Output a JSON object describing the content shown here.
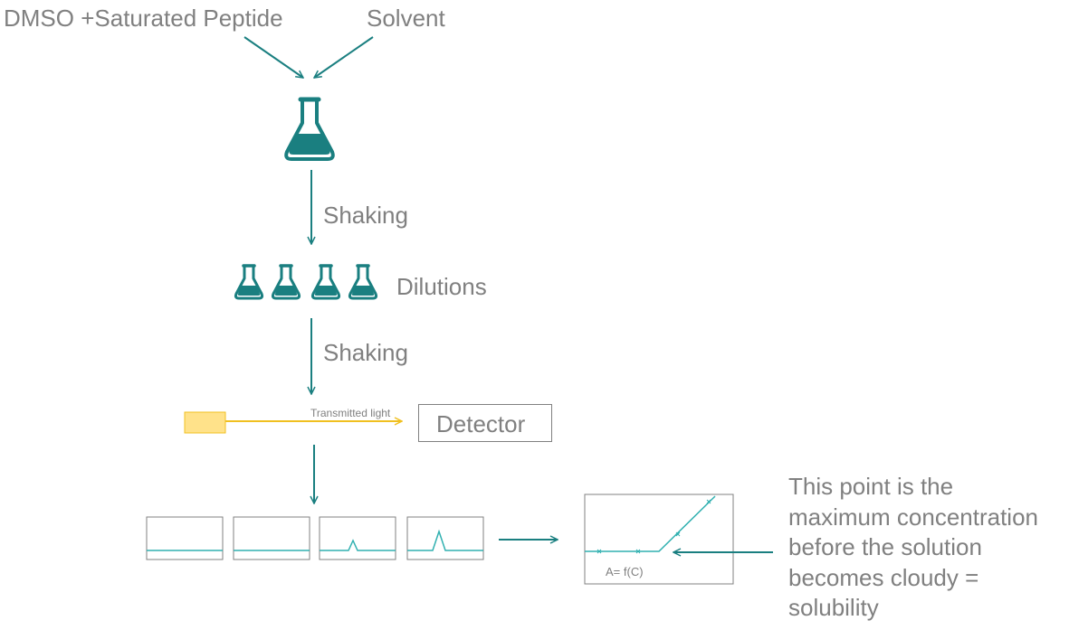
{
  "inputs": {
    "left_label": "DMSO +Saturated Peptide",
    "right_label": "Solvent"
  },
  "steps": {
    "shaking_1": "Shaking",
    "dilutions": "Dilutions",
    "shaking_2": "Shaking"
  },
  "detection": {
    "beam_label": "Transmitted light",
    "detector_label": "Detector"
  },
  "plot": {
    "formula": "A= f(C)"
  },
  "note": {
    "lines": [
      "This point is the",
      "maximum concentration",
      "before the solution",
      "becomes cloudy =",
      "solubility"
    ]
  },
  "colors": {
    "teal": "#1a7f80",
    "light_teal": "#30b0b0",
    "yellow": "#f0c020",
    "yellow_fill": "#ffe28a",
    "text_gray": "#808080",
    "border_gray": "#808080"
  },
  "icons": {
    "flask": "erlenmeyer-flask-icon",
    "light_source": "light-source-icon"
  }
}
